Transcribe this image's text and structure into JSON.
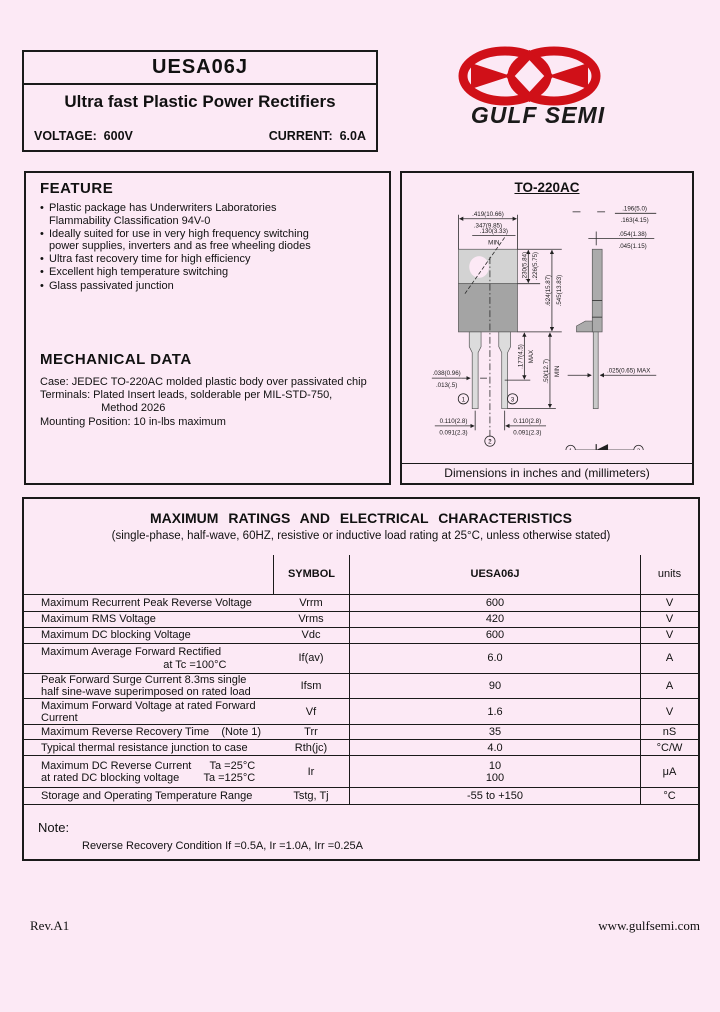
{
  "header": {
    "part_number": "UESA06J",
    "subtitle": "Ultra fast Plastic Power Rectifiers",
    "voltage": "VOLTAGE:  600V",
    "current": "CURRENT:  6.0A"
  },
  "logo": {
    "text": "GULF SEMI",
    "color": "#d01018"
  },
  "feature": {
    "title": "FEATURE",
    "items": [
      "Plastic package has Underwriters Laboratories\nFlammability Classification 94V-0",
      "Ideally suited for use in very high frequency switching\npower supplies, inverters and as free wheeling diodes",
      "Ultra fast recovery time for high efficiency",
      "Excellent high temperature switching",
      "Glass passivated junction"
    ]
  },
  "mechanical": {
    "title": "MECHANICAL DATA",
    "text": "Case: JEDEC TO-220AC molded plastic body over passivated chip\nTerminals: Plated Insert leads, solderable per MIL-STD-750,\n                    Method 2026\nMounting Position: 10 in-lbs maximum"
  },
  "package": {
    "title": "TO-220AC",
    "caption": "Dimensions in inches and (millimeters)",
    "pins": {
      "p1": "1",
      "p2": "2",
      "p3": "3"
    },
    "dims": {
      "tab_width_a": ".419(10.66)",
      "tab_width_b": ".347(9.85)",
      "hole_a": ".130(3.33)",
      "hole_b": "MIN",
      "tab_h_a": ".230(5.84)",
      "tab_h_b": ".226(5.75)",
      "body_h_a": ".624(15.87)",
      "body_h_b": ".545(13.83)",
      "shoulder_a": ".177(4.5)",
      "shoulder_b": "MAX",
      "lead_len_a": ".50(12.7)",
      "lead_len_b": "MIN",
      "lead_w_a": ".038(0.96)",
      "lead_w_b": ".013(.5)",
      "pitch_l_a": "0.110(2.8)",
      "pitch_l_b": "0.091(2.3)",
      "pitch_r_a": "0.110(2.8)",
      "pitch_r_b": "0.091(2.3)",
      "thickness_a": ".196(5.0)",
      "thickness_b": ".163(4.15)",
      "tab_thk_a": ".054(1.38)",
      "tab_thk_b": ".045(1.15)",
      "lead_thk": ".025(0.65) MAX"
    }
  },
  "ratings": {
    "title": "MAXIMUM RATINGS AND ELECTRICAL CHARACTERISTICS",
    "subtitle": "(single-phase, half-wave, 60HZ, resistive or inductive load rating at 25°C, unless otherwise stated)",
    "columns": {
      "symbol": "SYMBOL",
      "device": "UESA06J",
      "units": "units"
    },
    "rows": [
      {
        "desc": "Maximum Recurrent Peak Reverse Voltage",
        "symbol": "Vrrm",
        "value": "600",
        "units": "V"
      },
      {
        "desc": "Maximum RMS Voltage",
        "symbol": "Vrms",
        "value": "420",
        "units": "V"
      },
      {
        "desc": "Maximum DC blocking Voltage",
        "symbol": "Vdc",
        "value": "600",
        "units": "V"
      },
      {
        "desc": "Maximum Average Forward Rectified\n                                        at Tc =100°C",
        "symbol": "If(av)",
        "value": "6.0",
        "units": "A"
      },
      {
        "desc": "Peak Forward Surge Current 8.3ms single\nhalf sine-wave superimposed on rated load",
        "symbol": "Ifsm",
        "value": "90",
        "units": "A"
      },
      {
        "desc": "Maximum Forward Voltage at rated Forward\nCurrent",
        "symbol": "Vf",
        "value": "1.6",
        "units": "V"
      },
      {
        "desc": "Maximum Reverse Recovery Time    (Note 1)",
        "symbol": "Trr",
        "value": "35",
        "units": "nS"
      },
      {
        "desc": "Typical thermal resistance junction to case",
        "symbol": "Rth(jc)",
        "value": "4.0",
        "units": "°C/W"
      },
      {
        "desc": "Maximum DC Reverse Current      Ta =25°C\nat rated DC blocking voltage        Ta =125°C",
        "symbol": "Ir",
        "value": "10\n100",
        "units": "μA"
      },
      {
        "desc": "Storage and Operating Temperature Range",
        "symbol": "Tstg, Tj",
        "value": "-55 to +150",
        "units": "°C"
      }
    ]
  },
  "note": {
    "label": "Note:",
    "text": "Reverse Recovery Condition If =0.5A, Ir =1.0A, Irr =0.25A"
  },
  "footer": {
    "left": "Rev.A1",
    "right": "www.gulfsemi.com"
  }
}
